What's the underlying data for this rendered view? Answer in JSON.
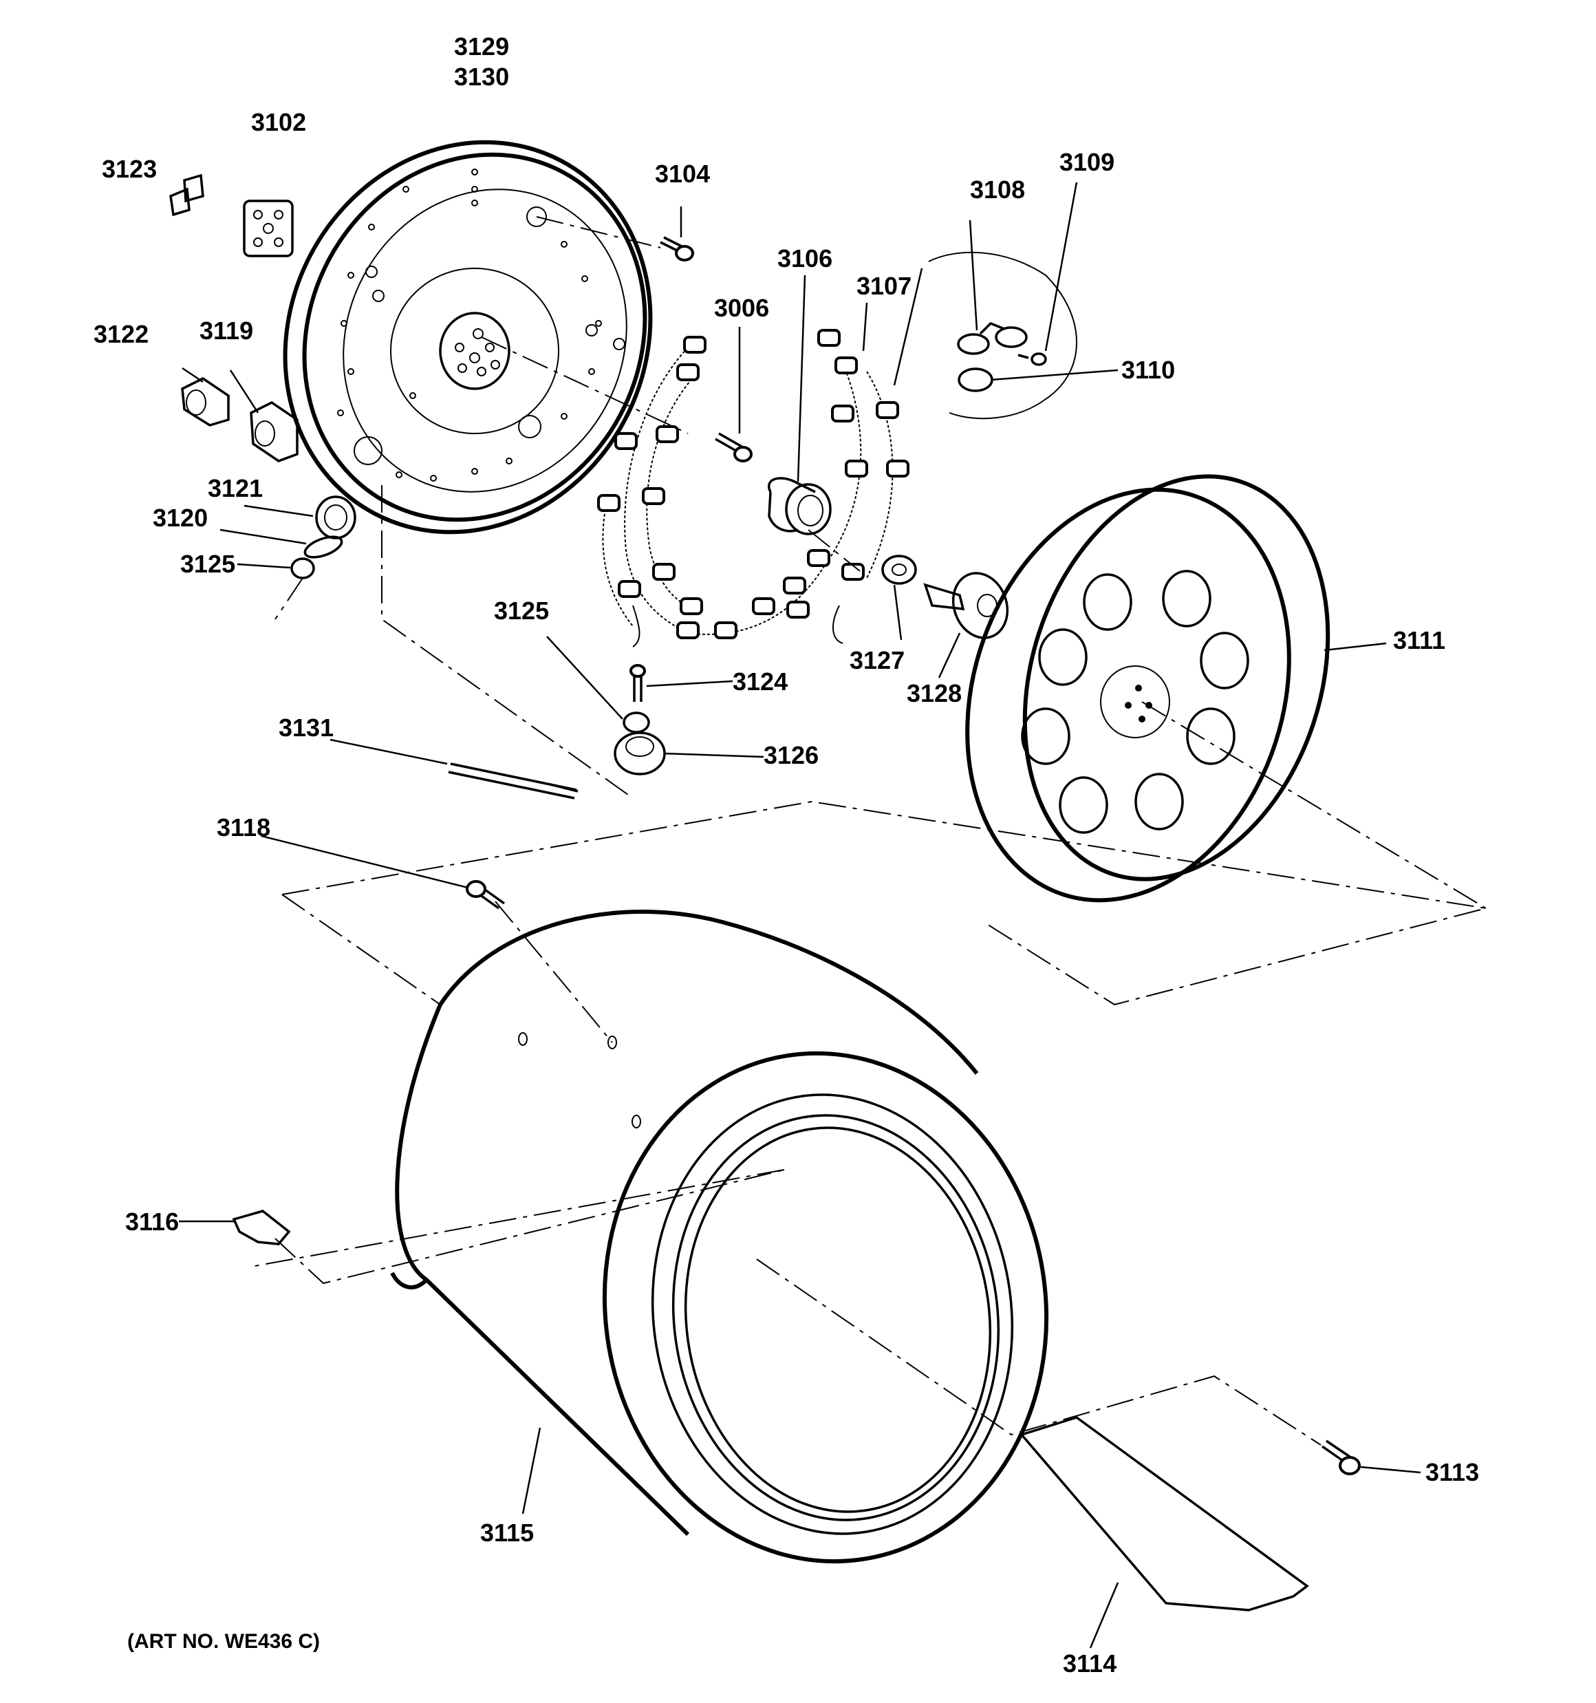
{
  "parts": {
    "p3129": "3129",
    "p3130": "3130",
    "p3102": "3102",
    "p3123": "3123",
    "p3104": "3104",
    "p3106": "3106",
    "p3107": "3107",
    "p3108": "3108",
    "p3109": "3109",
    "p3110": "3110",
    "p3006": "3006",
    "p3122": "3122",
    "p3119": "3119",
    "p3121": "3121",
    "p3120": "3120",
    "p3125a": "3125",
    "p3125b": "3125",
    "p3124": "3124",
    "p3126": "3126",
    "p3127": "3127",
    "p3128": "3128",
    "p3111": "3111",
    "p3131": "3131",
    "p3118": "3118",
    "p3116": "3116",
    "p3115": "3115",
    "p3113": "3113",
    "p3114": "3114"
  },
  "art_number": "(ART NO. WE436 C)"
}
